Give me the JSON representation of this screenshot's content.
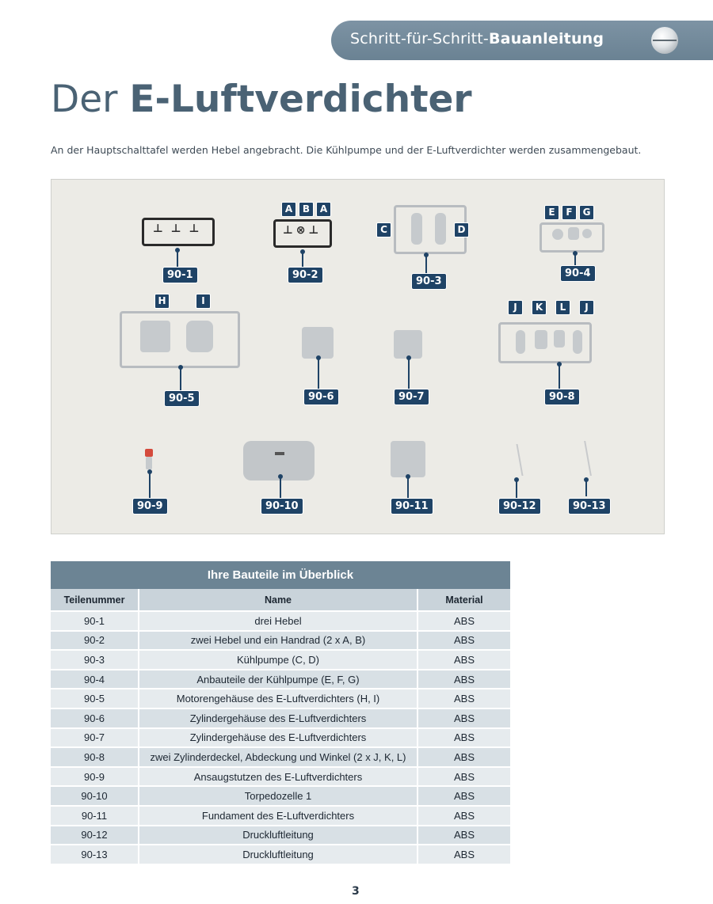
{
  "header": {
    "banner_normal": "Schritt-für-Schritt-",
    "banner_bold": "Bauanleitung",
    "title_normal": "Der ",
    "title_bold": "E-Luftverdichter",
    "intro": "An der Hauptschalttafel werden Hebel angebracht. Die Kühlpumpe und der E-Luftverdichter werden zusammengebaut."
  },
  "photo": {
    "part_labels": [
      "90-1",
      "90-2",
      "90-3",
      "90-4",
      "90-5",
      "90-6",
      "90-7",
      "90-8",
      "90-9",
      "90-10",
      "90-11",
      "90-12",
      "90-13"
    ],
    "letters_90_2": [
      "A",
      "B",
      "A"
    ],
    "letters_90_3": [
      "C",
      "D"
    ],
    "letters_90_4": [
      "E",
      "F",
      "G"
    ],
    "letters_90_5": [
      "H",
      "I"
    ],
    "letters_90_8": [
      "J",
      "K",
      "L",
      "J"
    ]
  },
  "table": {
    "caption": "Ihre Bauteile im Überblick",
    "headers": [
      "Teilenummer",
      "Name",
      "Material"
    ],
    "rows": [
      [
        "90-1",
        "drei Hebel",
        "ABS"
      ],
      [
        "90-2",
        "zwei Hebel und ein Handrad (2 x A, B)",
        "ABS"
      ],
      [
        "90-3",
        "Kühlpumpe (C, D)",
        "ABS"
      ],
      [
        "90-4",
        "Anbauteile der Kühlpumpe (E, F, G)",
        "ABS"
      ],
      [
        "90-5",
        "Motorengehäuse des E-Luftverdichters (H, I)",
        "ABS"
      ],
      [
        "90-6",
        "Zylindergehäuse des E-Luftverdichters",
        "ABS"
      ],
      [
        "90-7",
        "Zylindergehäuse des E-Luftverdichters",
        "ABS"
      ],
      [
        "90-8",
        "zwei Zylinderdeckel, Abdeckung und Winkel (2 x J, K, L)",
        "ABS"
      ],
      [
        "90-9",
        "Ansaugstutzen des E-Luftverdichters",
        "ABS"
      ],
      [
        "90-10",
        "Torpedozelle 1",
        "ABS"
      ],
      [
        "90-11",
        "Fundament des E-Luftverdichters",
        "ABS"
      ],
      [
        "90-12",
        "Druckluftleitung",
        "ABS"
      ],
      [
        "90-13",
        "Druckluftleitung",
        "ABS"
      ]
    ]
  },
  "footer": {
    "page_number": "3"
  }
}
